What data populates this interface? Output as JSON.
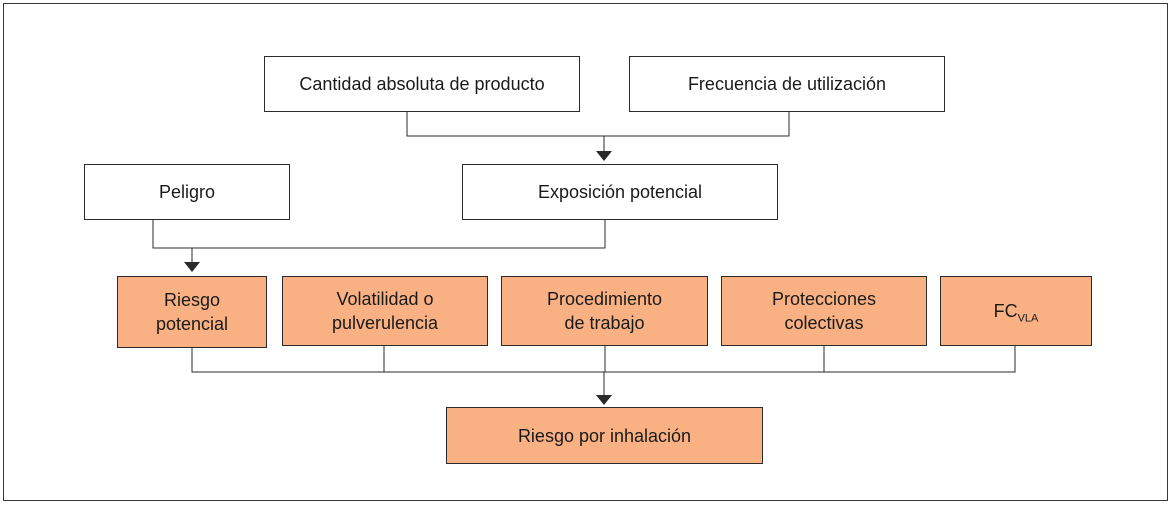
{
  "diagram": {
    "colors": {
      "highlight": "#f9b183",
      "line": "#2b2b2b"
    },
    "nodes": {
      "cantidad": "Cantidad absoluta de producto",
      "frecuencia": "Frecuencia de utilización",
      "peligro": "Peligro",
      "exposicion": "Exposición potencial",
      "riesgo_potencial": {
        "line1": "Riesgo",
        "line2": "potencial"
      },
      "volatilidad": {
        "line1": "Volatilidad o",
        "line2": "pulverulencia"
      },
      "procedimiento": {
        "line1": "Procedimiento",
        "line2": "de trabajo"
      },
      "protecciones": {
        "line1": "Protecciones",
        "line2": "colectivas"
      },
      "fc": {
        "main": "FC",
        "sub": "VLA"
      },
      "riesgo_inhalacion": "Riesgo por inhalación"
    }
  }
}
